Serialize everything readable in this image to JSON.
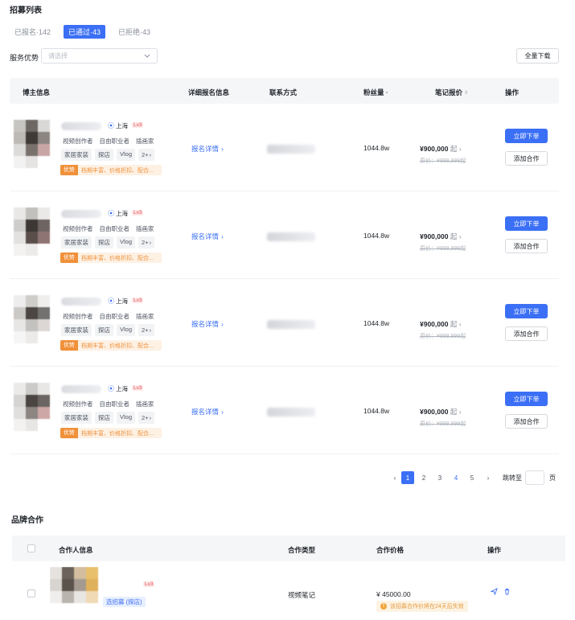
{
  "page_title": "招募列表",
  "tabs": [
    {
      "label": "已报名·142"
    },
    {
      "label": "已通过·43"
    },
    {
      "label": "已拒绝·43"
    }
  ],
  "filter": {
    "label": "服务优势",
    "placeholder": "请选择"
  },
  "download_label": "全量下载",
  "table": {
    "headers": {
      "blogger": "博主信息",
      "detail": "详细报名信息",
      "contact": "联系方式",
      "fans": "粉丝量",
      "price": "笔记报价",
      "action": "操作"
    },
    "rows": [
      {
        "location": "上海",
        "level": "Lv3",
        "roles": [
          "视频创作者",
          "自由职业者",
          "插画家"
        ],
        "chips": [
          "家居家装",
          "探店",
          "Vlog",
          "2+"
        ],
        "adv_badge": "优势",
        "adv_text": "档期丰富、价格折扣、配合...",
        "detail_link": "报名详情",
        "fans": "1044.8w",
        "price": "¥900,000",
        "price_suffix": "起",
        "orig_price": "原价：¥999,999起",
        "primary_btn": "立即下单",
        "secondary_btn": "添加合作"
      },
      {
        "location": "上海",
        "level": "Lv3",
        "roles": [
          "视频创作者",
          "自由职业者",
          "插画家"
        ],
        "chips": [
          "家居家装",
          "探店",
          "Vlog",
          "2+"
        ],
        "adv_badge": "优势",
        "adv_text": "档期丰富、价格折扣、配合...",
        "detail_link": "报名详情",
        "fans": "1044.8w",
        "price": "¥900,000",
        "price_suffix": "起",
        "orig_price": "原价：¥999,999起",
        "primary_btn": "立即下单",
        "secondary_btn": "添加合作"
      },
      {
        "location": "上海",
        "level": "Lv3",
        "roles": [
          "视频创作者",
          "自由职业者",
          "插画家"
        ],
        "chips": [
          "家居家装",
          "探店",
          "Vlog",
          "2+"
        ],
        "adv_badge": "优势",
        "adv_text": "档期丰富、价格折扣、配合...",
        "detail_link": "报名详情",
        "fans": "1044.8w",
        "price": "¥900,000",
        "price_suffix": "起",
        "orig_price": "原价：¥999,999起",
        "primary_btn": "立即下单",
        "secondary_btn": "添加合作"
      },
      {
        "location": "上海",
        "level": "Lv3",
        "roles": [
          "视频创作者",
          "自由职业者",
          "插画家"
        ],
        "chips": [
          "家居家装",
          "探店",
          "Vlog",
          "2+"
        ],
        "adv_badge": "优势",
        "adv_text": "档期丰富、价格折扣、配合...",
        "detail_link": "报名详情",
        "fans": "1044.8w",
        "price": "¥900,000",
        "price_suffix": "起",
        "orig_price": "原价：¥999,999起",
        "primary_btn": "立即下单",
        "secondary_btn": "添加合作"
      }
    ]
  },
  "pagination": {
    "pages": [
      "1",
      "2",
      "3",
      "4",
      "5"
    ],
    "current": "1",
    "jump_label": "跳转至",
    "page_unit": "页"
  },
  "brand": {
    "title": "品牌合作",
    "headers": {
      "partner": "合作人信息",
      "type": "合作类型",
      "price": "合作价格",
      "action": "操作"
    },
    "row": {
      "level": "Lv3",
      "source": "选招募 (探店)",
      "type": "视频笔记",
      "price": "¥ 45000.00",
      "warning": "该招募合作价将在24天后失效"
    }
  },
  "colors": {
    "accent": "#3b6ff5",
    "advantage": "#f0913a",
    "level": "#e8484b"
  }
}
